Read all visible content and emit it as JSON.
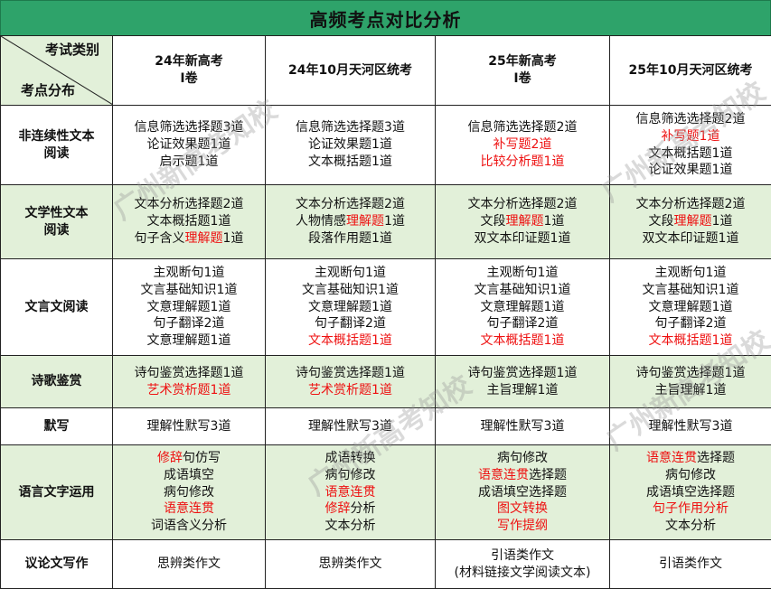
{
  "title": "高频考点对比分析",
  "corner": {
    "top_right": "考试类别",
    "bottom_left": "考点分布"
  },
  "columns": [
    {
      "l1": "24年新高考",
      "l2": "Ⅰ卷"
    },
    {
      "l1": "24年10月天河区统考",
      "l2": ""
    },
    {
      "l1": "25年新高考",
      "l2": "Ⅰ卷"
    },
    {
      "l1": "25年10月天河区统考",
      "l2": ""
    }
  ],
  "rows": [
    {
      "category": [
        "非连续性文本",
        "阅读"
      ],
      "cells": [
        [
          [
            [
              "信息筛选选择题3道",
              false
            ]
          ],
          [
            [
              "论证效果题1道",
              false
            ]
          ],
          [
            [
              "启示题1道",
              false
            ]
          ]
        ],
        [
          [
            [
              "信息筛选选择题3道",
              false
            ]
          ],
          [
            [
              "论证效果题1道",
              false
            ]
          ],
          [
            [
              "文本概括题1道",
              false
            ]
          ]
        ],
        [
          [
            [
              "信息筛选选择题2道",
              false
            ]
          ],
          [
            [
              "补写题2道",
              true
            ]
          ],
          [
            [
              "比较分析题1道",
              true
            ]
          ]
        ],
        [
          [
            [
              "信息筛选选择题2道",
              false
            ]
          ],
          [
            [
              "补写题1道",
              true
            ]
          ],
          [
            [
              "文本概括题1道",
              false
            ]
          ],
          [
            [
              "论证效果题1道",
              false
            ]
          ]
        ]
      ]
    },
    {
      "category": [
        "文学性文本",
        "阅读"
      ],
      "cells": [
        [
          [
            [
              "文本分析选择题2道",
              false
            ]
          ],
          [
            [
              "文本概括题1道",
              false
            ]
          ],
          [
            [
              "句子含义",
              false
            ],
            [
              "理解题",
              true
            ],
            [
              "1道",
              false
            ]
          ]
        ],
        [
          [
            [
              "文本分析选择题2道",
              false
            ]
          ],
          [
            [
              "人物情感",
              false
            ],
            [
              "理解题",
              true
            ],
            [
              "1道",
              false
            ]
          ],
          [
            [
              "段落作用题1道",
              false
            ]
          ]
        ],
        [
          [
            [
              "文本分析选择题2道",
              false
            ]
          ],
          [
            [
              "文段",
              false
            ],
            [
              "理解题",
              true
            ],
            [
              "1道",
              false
            ]
          ],
          [
            [
              "双文本印证题1道",
              false
            ]
          ]
        ],
        [
          [
            [
              "文本分析选择题2道",
              false
            ]
          ],
          [
            [
              "文段",
              false
            ],
            [
              "理解题",
              true
            ],
            [
              "1道",
              false
            ]
          ],
          [
            [
              "双文本印证题1道",
              false
            ]
          ]
        ]
      ]
    },
    {
      "category": [
        "文言文阅读"
      ],
      "cells": [
        [
          [
            [
              "主观断句1道",
              false
            ]
          ],
          [
            [
              "文言基础知识1道",
              false
            ]
          ],
          [
            [
              "文意理解题1道",
              false
            ]
          ],
          [
            [
              "句子翻译2道",
              false
            ]
          ],
          [
            [
              "文意理解题1道",
              false
            ]
          ]
        ],
        [
          [
            [
              "主观断句1道",
              false
            ]
          ],
          [
            [
              "文言基础知识1道",
              false
            ]
          ],
          [
            [
              "文意理解题1道",
              false
            ]
          ],
          [
            [
              "句子翻译2道",
              false
            ]
          ],
          [
            [
              "文本概括题1道",
              true
            ]
          ]
        ],
        [
          [
            [
              "主观断句1道",
              false
            ]
          ],
          [
            [
              "文言基础知识1道",
              false
            ]
          ],
          [
            [
              "文意理解题1道",
              false
            ]
          ],
          [
            [
              "句子翻译2道",
              false
            ]
          ],
          [
            [
              "文本概括题1道",
              true
            ]
          ]
        ],
        [
          [
            [
              "主观断句1道",
              false
            ]
          ],
          [
            [
              "文言基础知识1道",
              false
            ]
          ],
          [
            [
              "文意理解题1道",
              false
            ]
          ],
          [
            [
              "句子翻译2道",
              false
            ]
          ],
          [
            [
              "文本概括题1道",
              true
            ]
          ]
        ]
      ]
    },
    {
      "category": [
        "诗歌鉴赏"
      ],
      "cells": [
        [
          [
            [
              "诗句鉴赏选择题1道",
              false
            ]
          ],
          [
            [
              "艺术赏析题1道",
              true
            ]
          ]
        ],
        [
          [
            [
              "诗句鉴赏选择题1道",
              false
            ]
          ],
          [
            [
              "艺术赏析题1道",
              true
            ]
          ]
        ],
        [
          [
            [
              "诗句鉴赏选择题1道",
              false
            ]
          ],
          [
            [
              "主旨理解1道",
              false
            ]
          ]
        ],
        [
          [
            [
              "诗句鉴赏选择题1道",
              false
            ]
          ],
          [
            [
              "主旨理解1道",
              false
            ]
          ]
        ]
      ]
    },
    {
      "category": [
        "默写"
      ],
      "cells": [
        [
          [
            [
              "理解性默写3道",
              false
            ]
          ]
        ],
        [
          [
            [
              "理解性默写3道",
              false
            ]
          ]
        ],
        [
          [
            [
              "理解性默写3道",
              false
            ]
          ]
        ],
        [
          [
            [
              "理解性默写3道",
              false
            ]
          ]
        ]
      ]
    },
    {
      "category": [
        "语言文字运用"
      ],
      "cells": [
        [
          [
            [
              "修辞",
              true
            ],
            [
              "句仿写",
              false
            ]
          ],
          [
            [
              "成语填空",
              false
            ]
          ],
          [
            [
              "病句修改",
              false
            ]
          ],
          [
            [
              "语意连贯",
              true
            ]
          ],
          [
            [
              "词语含义分析",
              false
            ]
          ]
        ],
        [
          [
            [
              "成语转换",
              false
            ]
          ],
          [
            [
              "病句修改",
              false
            ]
          ],
          [
            [
              "语意连贯",
              true
            ]
          ],
          [
            [
              "修辞",
              true
            ],
            [
              "分析",
              false
            ]
          ],
          [
            [
              "文本分析",
              false
            ]
          ]
        ],
        [
          [
            [
              "病句修改",
              false
            ]
          ],
          [
            [
              "语意连贯",
              true
            ],
            [
              "选择题",
              false
            ]
          ],
          [
            [
              "成语填空选择题",
              false
            ]
          ],
          [
            [
              "图文转换",
              true
            ]
          ],
          [
            [
              "写作提纲",
              true
            ]
          ]
        ],
        [
          [
            [
              "语意连贯",
              true
            ],
            [
              "选择题",
              false
            ]
          ],
          [
            [
              "病句修改",
              false
            ]
          ],
          [
            [
              "成语填空选择题",
              false
            ]
          ],
          [
            [
              "句子作用分析",
              true
            ]
          ],
          [
            [
              "文本分析",
              false
            ]
          ]
        ]
      ]
    },
    {
      "category": [
        "议论文写作"
      ],
      "cells": [
        [
          [
            [
              "思辨类作文",
              false
            ]
          ]
        ],
        [
          [
            [
              "思辨类作文",
              false
            ]
          ]
        ],
        [
          [
            [
              "引语类作文",
              false
            ]
          ],
          [
            [
              "(材料链接文学阅读文本)",
              false
            ]
          ]
        ],
        [
          [
            [
              "引语类作文",
              false
            ]
          ]
        ]
      ]
    }
  ],
  "watermarks": [
    "广州新高考知校",
    "广州新高考知校",
    "广州新高考知校",
    "广州新高考知校"
  ]
}
